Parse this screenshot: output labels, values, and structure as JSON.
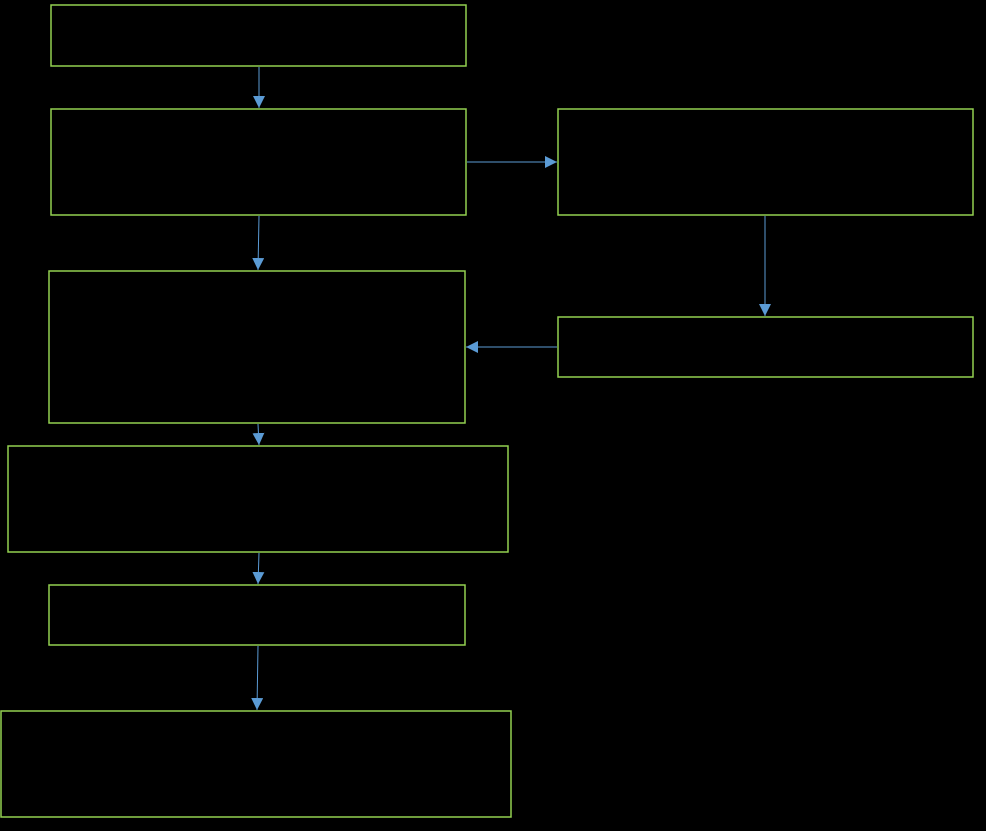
{
  "diagram": {
    "background_color": "#000000",
    "box_stroke_color": "#92d050",
    "arrow_color": "#5b9bd5",
    "nodes": [
      {
        "id": "box-1",
        "label": ""
      },
      {
        "id": "box-2",
        "label": ""
      },
      {
        "id": "box-3",
        "label": ""
      },
      {
        "id": "box-4",
        "label": ""
      },
      {
        "id": "box-5",
        "label": ""
      },
      {
        "id": "box-6",
        "label": ""
      },
      {
        "id": "side-box-1",
        "label": ""
      },
      {
        "id": "side-box-2",
        "label": ""
      }
    ],
    "edges": [
      {
        "from": "box-1",
        "to": "box-2"
      },
      {
        "from": "box-2",
        "to": "side-box-1"
      },
      {
        "from": "box-2",
        "to": "box-3"
      },
      {
        "from": "side-box-1",
        "to": "side-box-2"
      },
      {
        "from": "side-box-2",
        "to": "box-3"
      },
      {
        "from": "box-3",
        "to": "box-4"
      },
      {
        "from": "box-4",
        "to": "box-5"
      },
      {
        "from": "box-5",
        "to": "box-6"
      }
    ]
  }
}
